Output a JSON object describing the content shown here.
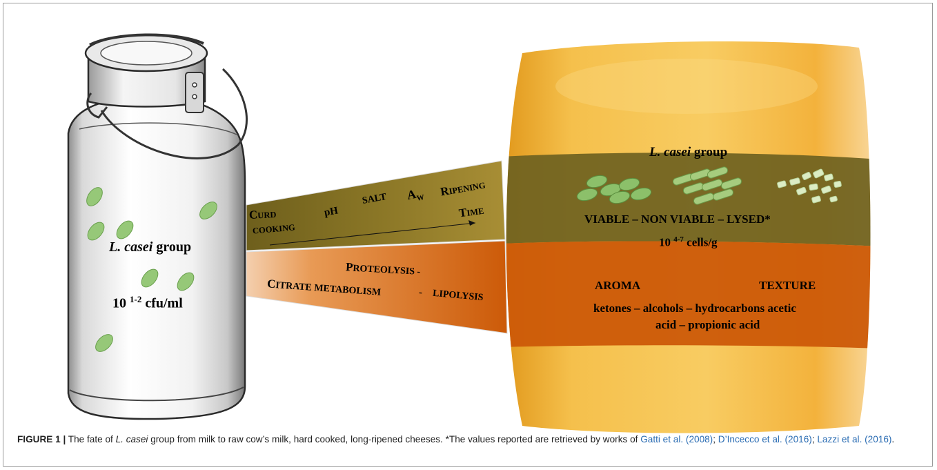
{
  "figure": {
    "milk": {
      "species": "L. casei",
      "group_word": "group",
      "count_base": "10",
      "count_exp": "1-2",
      "count_unit": "cfu/ml"
    },
    "factors": {
      "curd": [
        "C",
        "URD"
      ],
      "cooking": "COOKING",
      "ph": "pH",
      "salt": "SALT",
      "aw_main": "A",
      "aw_sub": "W",
      "ripening": [
        "R",
        "IPENING"
      ],
      "time": [
        "T",
        "IME"
      ]
    },
    "processes": {
      "proteolysis": [
        "P",
        "ROTEOLYSIS -"
      ],
      "citrate": [
        "C",
        "ITRATE METABOLISM"
      ],
      "dash": "-",
      "lipolysis": "LIPOLYSIS"
    },
    "cheese": {
      "species": "L. casei",
      "group_word": "group",
      "states": "VIABLE – NON VIABLE – LYSED*",
      "count_base": "10",
      "count_exp": "4-7",
      "count_unit": "cells/g",
      "aroma": "AROMA",
      "texture": "TEXTURE",
      "compounds_line1": "ketones – alcohols – hydrocarbons acetic",
      "compounds_line2": "acid – propionic acid"
    },
    "caption": {
      "label": "FIGURE 1 |",
      "text_a": " The fate of ",
      "species": "L. casei",
      "text_b": " group from milk to raw cow’s milk, hard cooked, long-ripened cheeses. *The values reported are retrieved by works of ",
      "ref1": "Gatti et al. (2008)",
      "sep1": "; ",
      "ref2": "D’Incecco et al. (2016)",
      "sep2": "; ",
      "ref3": "Lazzi et al. (2016)",
      "end": "."
    }
  },
  "colors": {
    "milk_bacteria": "#96c878",
    "upper_band": "#6e5f1c",
    "lower_band": "#cc5a08",
    "cheese_rind": "#f1b43a",
    "reference_link": "#2a6cb3"
  }
}
